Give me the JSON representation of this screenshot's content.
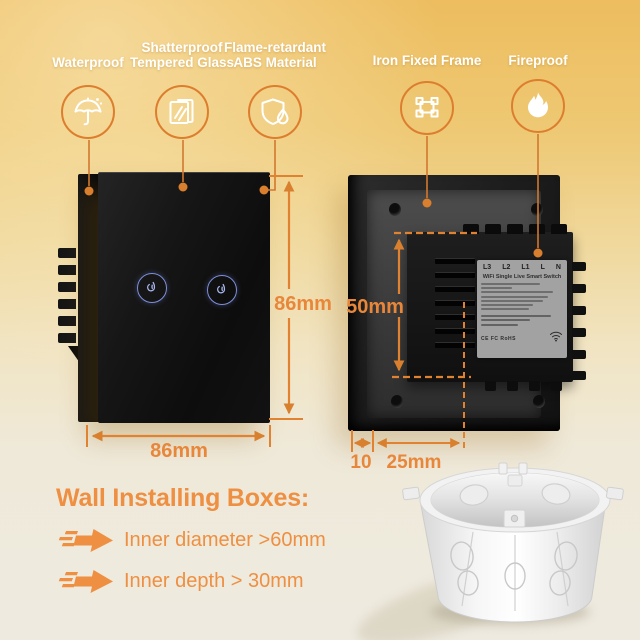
{
  "features": [
    {
      "icon": "umbrella-icon",
      "lines": [
        "Waterproof"
      ]
    },
    {
      "icon": "tempered-glass-icon",
      "lines": [
        "Shatterproof",
        "Tempered Glass"
      ]
    },
    {
      "icon": "shield-flame-icon",
      "lines": [
        "Flame-retardant",
        "ABS Material"
      ]
    },
    {
      "icon": "iron-frame-icon",
      "lines": [
        "Iron Fixed Frame"
      ]
    },
    {
      "icon": "flame-icon",
      "lines": [
        "Fireproof"
      ]
    }
  ],
  "front_view": {
    "height_label": "86mm",
    "width_label": "86mm",
    "touch_buttons": 2
  },
  "back_view": {
    "height_label": "50mm",
    "frame_depth_label": "10",
    "module_depth_label": "25mm",
    "terminals": [
      "L3",
      "L2",
      "L1",
      "L",
      "N"
    ],
    "label_title": "WiFi Single Live Smart Switch",
    "cert_marks": "CE FC RoHS"
  },
  "install": {
    "heading": "Wall Installing Boxes:",
    "items": [
      {
        "icon": "fast-arrow-icon",
        "text": "Inner diameter >60mm"
      },
      {
        "icon": "fast-arrow-icon",
        "text": "Inner depth > 30mm"
      }
    ]
  },
  "colors": {
    "accent": "#e8873a",
    "accent_bright": "#ee8f41",
    "leader_line": "#d2782e",
    "feature_label": "#ffffff",
    "touch_ring": "#7d8fdc"
  }
}
